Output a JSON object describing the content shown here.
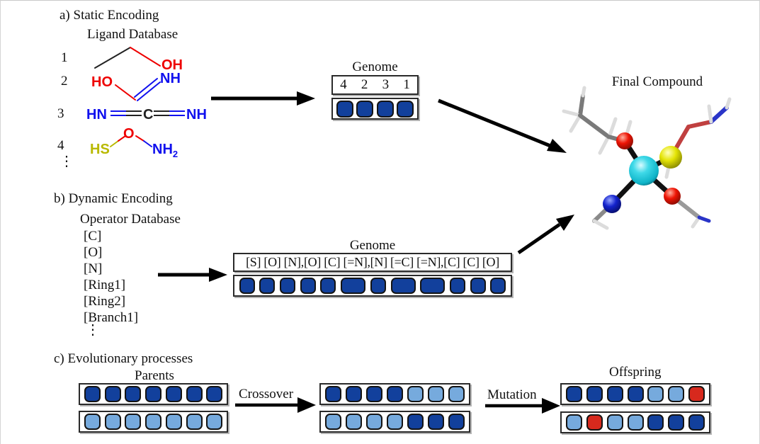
{
  "figure": {
    "section_a": {
      "title": "a) Static Encoding",
      "database_title": "Ligand Database",
      "ligand_indices": [
        "1",
        "2",
        "3",
        "4"
      ],
      "ellipsis": "⋮",
      "ligand_atoms": {
        "m1_oh": "OH",
        "m2_ho": "HO",
        "m2_nh": "NH",
        "m3_hn": "HN",
        "m3_c": "C",
        "m3_nh": "NH",
        "m4_hs": "HS",
        "m4_o": "O",
        "m4_nh": "NH",
        "m4_sub": "2"
      },
      "genome": {
        "label": "Genome",
        "indices": [
          "4",
          "2",
          "3",
          "1"
        ],
        "genes": [
          "dark",
          "dark",
          "dark",
          "dark"
        ]
      }
    },
    "section_b": {
      "title": "b) Dynamic Encoding",
      "database_title": "Operator Database",
      "operators": [
        "[C]",
        "[O]",
        "[N]",
        "[Ring1]",
        "[Ring2]",
        "[Branch1]"
      ],
      "ellipsis": "⋮",
      "genome": {
        "label": "Genome",
        "token_string": "[S] [O] [N],[O] [C] [=N],[N] [=C] [=N],[C] [C] [O]",
        "genes": [
          "dark",
          "dark",
          "dark",
          "dark",
          "dark",
          "dark wide",
          "dark",
          "dark wide",
          "dark wide",
          "dark",
          "dark",
          "dark"
        ]
      }
    },
    "final_compound_label": "Final Compound",
    "section_c": {
      "title": "c) Evolutionary processes",
      "parents_label": "Parents",
      "crossover_label": "Crossover",
      "mutation_label": "Mutation",
      "offspring_label": "Offspring",
      "parent_genomes": [
        [
          "dark",
          "dark",
          "dark",
          "dark",
          "dark",
          "dark",
          "dark"
        ],
        [
          "light",
          "light",
          "light",
          "light",
          "light",
          "light",
          "light"
        ]
      ],
      "crossover_genomes": [
        [
          "dark",
          "dark",
          "dark",
          "dark",
          "light",
          "light",
          "light"
        ],
        [
          "light",
          "light",
          "light",
          "light",
          "dark",
          "dark",
          "dark"
        ]
      ],
      "offspring_genomes": [
        [
          "dark",
          "dark",
          "dark",
          "dark",
          "light",
          "light",
          "red"
        ],
        [
          "light",
          "red",
          "light",
          "light",
          "dark",
          "dark",
          "dark"
        ]
      ]
    },
    "colors": {
      "gene_dark_blue": "#12409c",
      "gene_light_blue": "#76aadd",
      "gene_mutation_red": "#d7291d",
      "atom_oxygen_red": "#ee0000",
      "atom_nitrogen_blue": "#1010ee",
      "atom_sulfur_yellow": "#b9b900",
      "compound_center_cyan": "#2ad0e2"
    }
  }
}
